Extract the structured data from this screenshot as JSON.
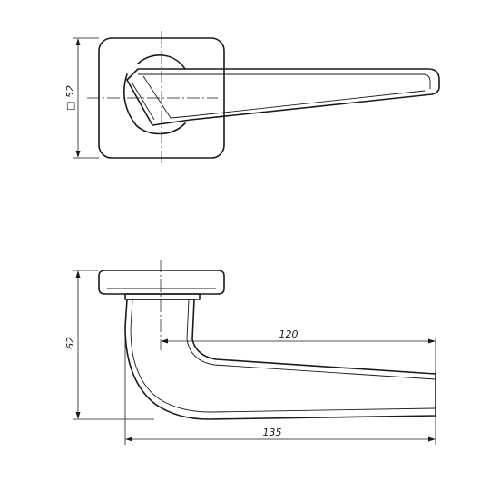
{
  "top_view": {
    "rosette_dimension": "□ 52"
  },
  "side_view": {
    "height_dimension": "62",
    "lever_reach_dimension": "120",
    "overall_length_dimension": "135"
  }
}
